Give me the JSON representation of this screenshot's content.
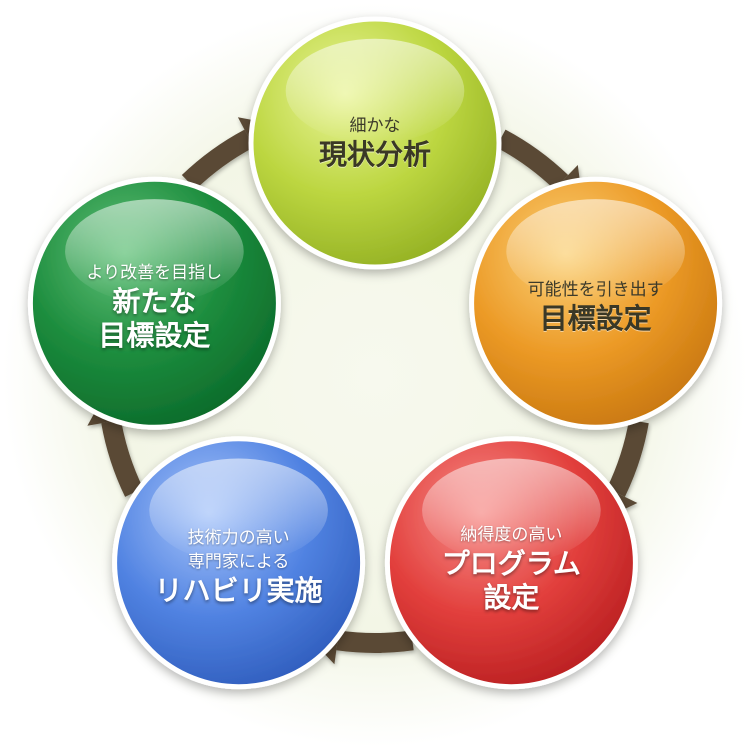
{
  "cycle": {
    "steps": [
      {
        "sub": [
          "細かな"
        ],
        "main": [
          "現状分析"
        ],
        "color": "#b6d33a"
      },
      {
        "sub": [
          "可能性を引き出す"
        ],
        "main": [
          "目標設定"
        ],
        "color": "#e9951f"
      },
      {
        "sub": [
          "納得度の高い"
        ],
        "main": [
          "プログラム",
          "設定"
        ],
        "color": "#e23a3a"
      },
      {
        "sub": [
          "技術力の高い",
          "専門家による"
        ],
        "main": [
          "リハビリ実施"
        ],
        "color": "#4d7fe0"
      },
      {
        "sub": [
          "より改善を目指し"
        ],
        "main": [
          "新たな",
          "目標設定"
        ],
        "color": "#17843a"
      }
    ],
    "arrow_color": "#5a4a35",
    "background_color": "#f2f6e6"
  }
}
